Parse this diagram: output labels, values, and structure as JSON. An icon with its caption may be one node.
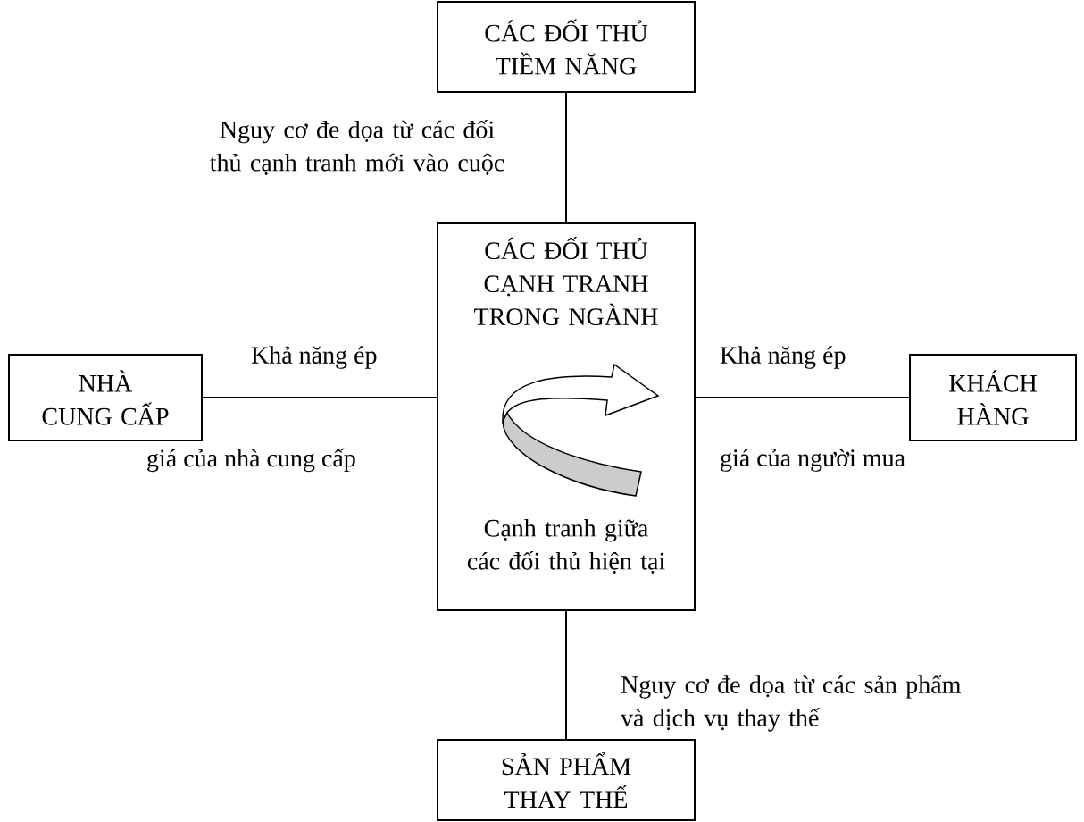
{
  "diagram": {
    "nodes": [
      {
        "text": [
          "CÁC ĐỐI THỦ TIỀM NĂNG"
        ]
      },
      {
        "text": [
          "NHÀ CUNG CẤP"
        ]
      },
      {
        "text": [
          "CÁC ĐỐI THỦ CẠNH TRANH TRONG NGÀNH",
          "Cạnh tranh giữa các đối thủ hiện tại"
        ]
      },
      {
        "text": [
          "KHÁCH HÀNG"
        ]
      },
      {
        "text": [
          "SẢN PHẨM THAY THẾ"
        ]
      }
    ],
    "edges": [
      {
        "from": 0,
        "to": 2,
        "arrow": "none",
        "label": "Nguy cơ đe dọa từ các đối thủ cạnh tranh mới vào cuộc"
      },
      {
        "from": 1,
        "to": 2,
        "arrow": "none"
      },
      {
        "from": 3,
        "to": 2,
        "arrow": "none"
      },
      {
        "from": 4,
        "to": 2,
        "arrow": "none",
        "label": "Nguy cơ đe dọa từ các sản phẩm và dịch vụ thay thế"
      }
    ],
    "labels": [
      "Khả năng ép",
      "Khả năng ép",
      "giá của nhà cung cấp",
      "giá của người mua"
    ]
  }
}
